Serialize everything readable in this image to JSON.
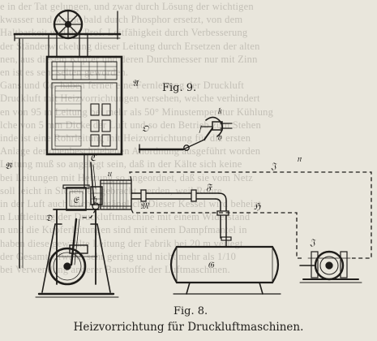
{
  "figure9": {
    "label": "Fig. 9."
  },
  "figure8": {
    "label": "Fig. 8."
  },
  "caption": "Heizvorrichtung für Druckluftmaschinen.",
  "letters": {
    "A": "𝔄",
    "B": "𝔅",
    "C": "ℭ",
    "D": "𝔇",
    "E": "𝔈",
    "F": "𝔉",
    "G": "𝔊",
    "H": "ℌ",
    "J": "𝔍",
    "M": "𝔐",
    "O": "𝔒",
    "j": "𝔧",
    "k": "𝔨",
    "h": "𝔥",
    "u": "𝔲",
    "n": "𝔫"
  },
  "background_text": [
    "e in der Tat gelungen, und zwar durch Lösung der wichtigen",
    "kwasser und wurde bald durch Phosphor ersetzt, von dem",
    "Haltbarkeit und die Prof. Leitfähigkeit durch Verbesserung",
    "der Ständerwickelung dieser Leitung durch Ersetzen der alten",
    "nen, aus diesem Kupfer und deren Durchmesser nur mit Zinn",
    "en ist es sehr selten geworden.",
    "Gans und Co. haben ferner eine Fernleitung der Druckluft",
    "Druckluft mit Heizvorrichtungen versehen, welche verhindert",
    "en von 95 m Leitung bei mehr als 50° Minustemperatur Kühlung",
    "lche von 5 mm Dicke der Luft und so den Betrieb zum Stehen",
    "inde ist eine Rohrleitung mit Heizvorrichtung für die ersten",
    "Anlage der obenbeschriebenen Anordnung ausgeführt worden",
    "Leitung muß so angelegt sein, daß in der Kälte sich keine",
    "bei Leitungen mit Heizung so angeordnet, daß sie vom Netz",
    "soll leicht in Sicherheit gebracht werden, weil Rohre",
    "in der Luft auch leicht zugänglich. Dieser Kessel wird beheizt",
    "n Luftleitung der Druckluftmaschine mit einem Widerstand",
    "n und die Kupferleitungen sind mit einem Dampfmantel in",
    "haben diese gewählte Leitung der Fabrik bei 20 m verlegt",
    "der Gesamtaufwand sehr gering und nicht mehr als 1/10",
    "bei Verwendung anderer Baustoffe der Luftmaschinen."
  ]
}
